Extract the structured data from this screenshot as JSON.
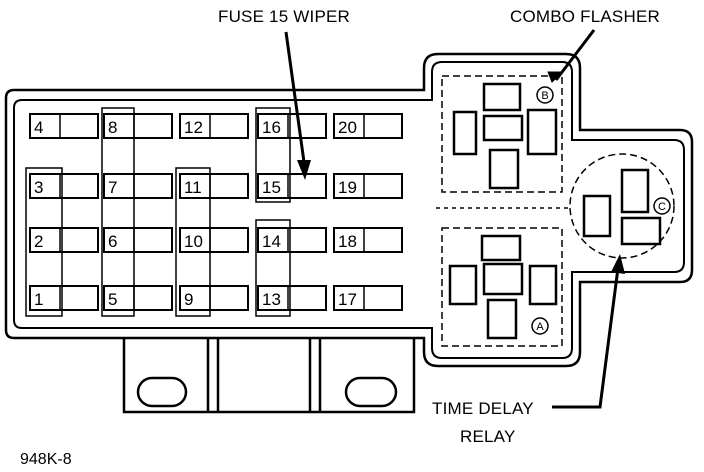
{
  "callouts": {
    "fuse15": "FUSE 15 WIPER",
    "combo_flasher": "COMBO FLASHER",
    "time_delay_line1": "TIME DELAY",
    "time_delay_line2": "RELAY"
  },
  "figure_label": "948K-8",
  "fuses": [
    {
      "label": "4"
    },
    {
      "label": "8"
    },
    {
      "label": "12"
    },
    {
      "label": "16"
    },
    {
      "label": "20"
    },
    {
      "label": "3"
    },
    {
      "label": "7"
    },
    {
      "label": "11"
    },
    {
      "label": "15"
    },
    {
      "label": "19"
    },
    {
      "label": "2"
    },
    {
      "label": "6"
    },
    {
      "label": "10"
    },
    {
      "label": "14"
    },
    {
      "label": "18"
    },
    {
      "label": "1"
    },
    {
      "label": "5"
    },
    {
      "label": "9"
    },
    {
      "label": "13"
    },
    {
      "label": "17"
    }
  ],
  "relay_markers": {
    "a": "A",
    "b": "B",
    "c": "C"
  },
  "colors": {
    "line": "#000000",
    "background": "#ffffff"
  }
}
